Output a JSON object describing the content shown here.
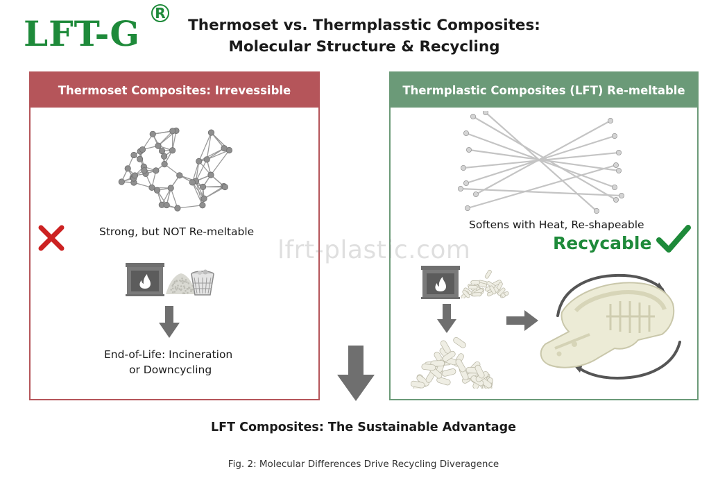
{
  "logo": {
    "text": "LFT-G",
    "reg": "R"
  },
  "title": {
    "line1": "Thermoset vs. Thermplasstic Composites:",
    "line2": "Molecular Structure & Recycling"
  },
  "left_panel": {
    "header": "Thermoset Composites: Irrevessible",
    "property": "Strong, but NOT Re-meltable",
    "end_of_life_line1": "End-of-Life: Incineration",
    "end_of_life_line2": "or Downcycling"
  },
  "right_panel": {
    "header": "Thermplastic Composites (LFT) Re-meltable",
    "property": "Softens with Heat, Re-shapeable",
    "recyclable": "Recycable"
  },
  "watermark": "lfrt-plastic.com",
  "bottom_title": "LFT Composites: The Sustainable Advantage",
  "caption": "Fig. 2: Molecular Differences Drive Recycling Diveragence",
  "colors": {
    "brand_green": "#1e8a3a",
    "thermoset_red": "#b5555a",
    "thermoplastic_green": "#6b9a78",
    "cross_red": "#cc2222",
    "arrow_gray": "#6f6f6f"
  },
  "icons": [
    "cross-icon",
    "check-icon",
    "furnace-icon",
    "waste-basket-icon",
    "down-arrow-icon",
    "right-arrow-icon",
    "recycle-loop-arrows-icon"
  ]
}
